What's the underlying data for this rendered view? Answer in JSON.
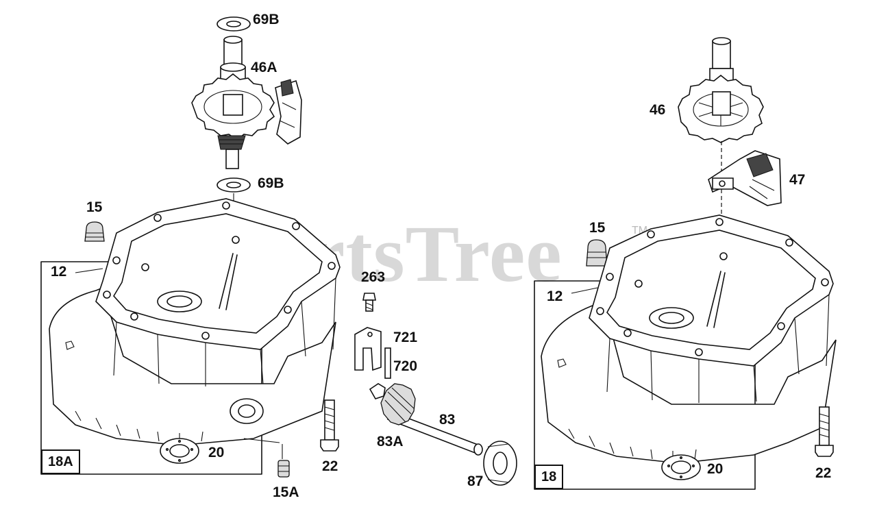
{
  "watermark": {
    "text": "PartsTree",
    "trademark": "TM"
  },
  "labels": {
    "p69b_top": "69B",
    "p46a": "46A",
    "p69b_mid": "69B",
    "p15_left": "15",
    "p12_left": "12",
    "p263": "263",
    "p721": "721",
    "p720": "720",
    "p83": "83",
    "p83a": "83A",
    "p87": "87",
    "p20_left": "20",
    "p22_left": "22",
    "p15a": "15A",
    "p46": "46",
    "p47": "47",
    "p15_right": "15",
    "p12_right": "12",
    "p20_right": "20",
    "p22_right": "22"
  },
  "boxes": {
    "box_18a": "18A",
    "box_18": "18"
  }
}
